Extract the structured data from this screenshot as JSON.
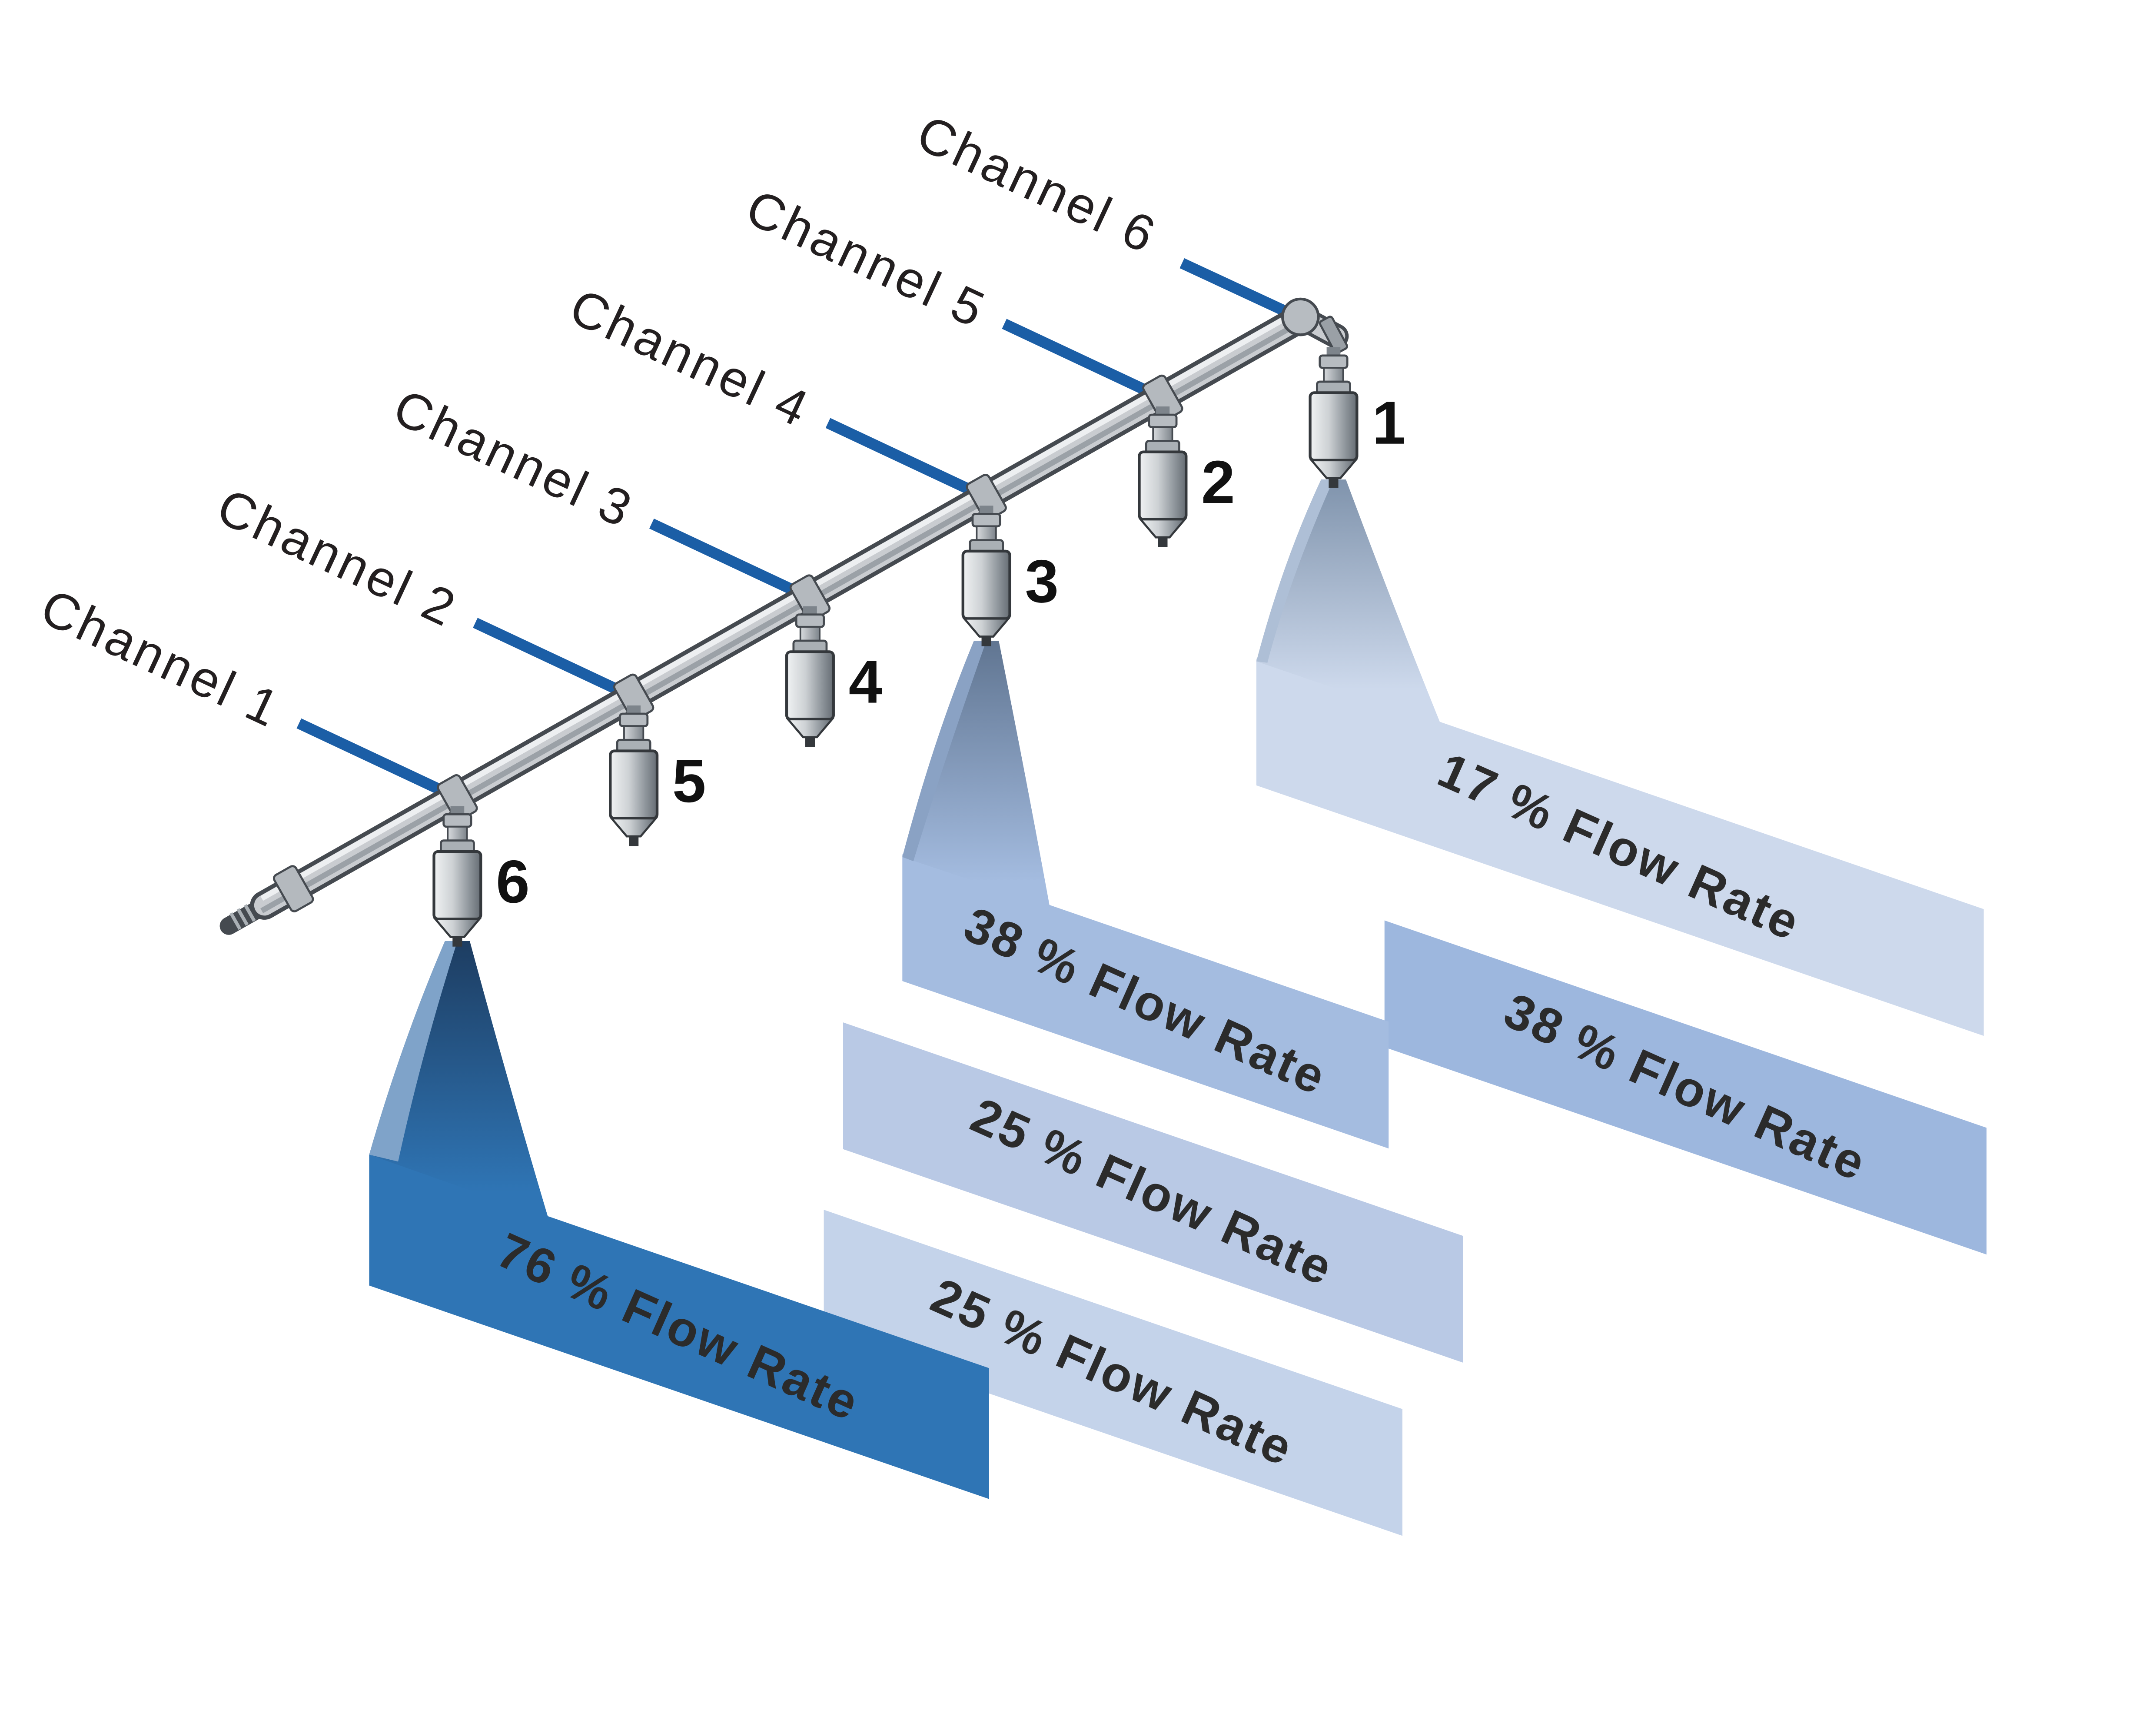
{
  "figure": {
    "channels": [
      {
        "label": "Channel 1"
      },
      {
        "label": "Channel 2"
      },
      {
        "label": "Channel 3"
      },
      {
        "label": "Channel 4"
      },
      {
        "label": "Channel 5"
      },
      {
        "label": "Channel 6"
      }
    ],
    "nozzle_numbers": [
      "1",
      "2",
      "3",
      "4",
      "5",
      "6"
    ],
    "flow_ribbons": [
      {
        "label": "17 % Flow Rate",
        "color": "#cdd9ec"
      },
      {
        "label": "38 % Flow Rate",
        "color": "#9db7de"
      },
      {
        "label": "38 % Flow Rate",
        "color": "#a4bce0"
      },
      {
        "label": "25 % Flow Rate",
        "color": "#b9c9e5"
      },
      {
        "label": "25 % Flow Rate",
        "color": "#c4d3ea"
      },
      {
        "label": "76 % Flow Rate",
        "color": "#2f75b5"
      }
    ],
    "colors": {
      "channel_line": "#1b5ea6",
      "pipe_body": "#c9ccd0",
      "pipe_outline": "#454a50",
      "text": "#231f20",
      "background": "#ffffff"
    }
  }
}
